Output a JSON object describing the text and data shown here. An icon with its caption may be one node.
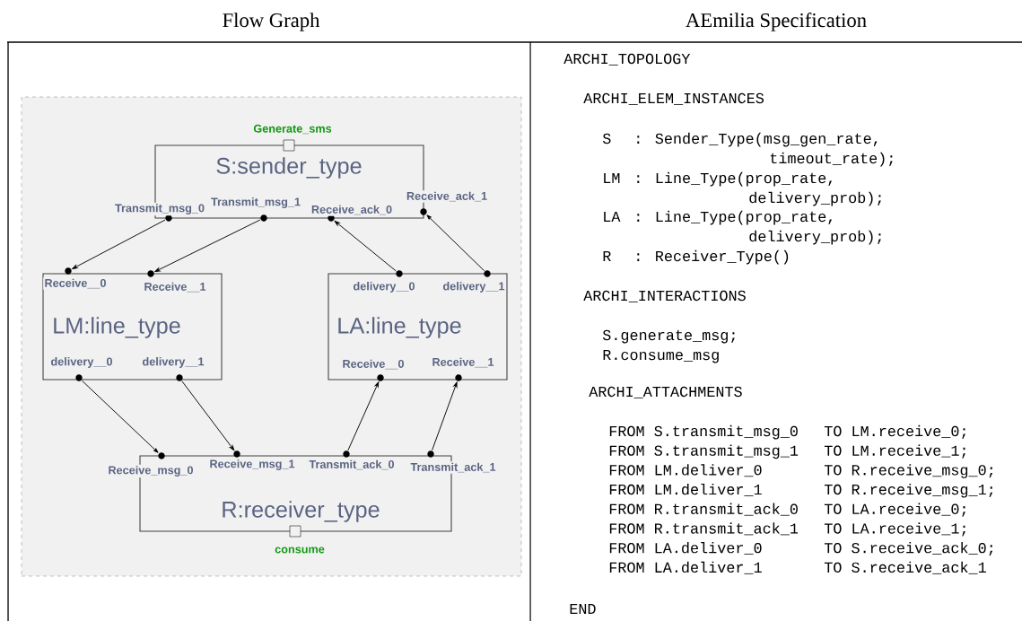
{
  "diagram": {
    "nodes": [
      {
        "text": [],
        "shape": "box"
      },
      {
        "text": [
          "S:sender_type"
        ],
        "in": 0
      },
      {
        "text": [],
        "shape": "circle",
        "beside": [
          "Transmit_msg_0"
        ],
        "in": 1
      },
      {
        "text": [],
        "shape": "circle",
        "beside": [
          "Transmit_msg_1"
        ],
        "in": 1
      },
      {
        "text": [],
        "shape": "circle",
        "beside": [
          "Receive_ack_0"
        ],
        "in": 1
      },
      {
        "text": [],
        "shape": "circle",
        "beside": [
          "Receive_ack_1"
        ],
        "in": 1
      },
      {
        "text": [],
        "shape": "box",
        "beside": [
          "Generate_sms"
        ],
        "in": 1
      },
      {
        "text": [
          "LM:line_type"
        ],
        "in": 0
      },
      {
        "text": [],
        "shape": "circle",
        "beside": [
          "Receive__0"
        ],
        "in": 7
      },
      {
        "text": [],
        "shape": "circle",
        "beside": [
          "Receive__1"
        ],
        "in": 7
      },
      {
        "text": [],
        "shape": "circle",
        "beside": [
          "delivery__0"
        ],
        "in": 7
      },
      {
        "text": [],
        "shape": "circle",
        "beside": [
          "delivery__1"
        ],
        "in": 7
      },
      {
        "text": [
          "LA:line_type"
        ],
        "in": 0
      },
      {
        "text": [],
        "shape": "circle",
        "beside": [
          "delivery__0"
        ],
        "in": 12
      },
      {
        "text": [],
        "shape": "circle",
        "beside": [
          "delivery__1"
        ],
        "in": 12
      },
      {
        "text": [],
        "shape": "circle",
        "beside": [
          "Receive__0"
        ],
        "in": 12
      },
      {
        "text": [],
        "shape": "circle",
        "beside": [
          "Receive__1"
        ],
        "in": 12
      },
      {
        "text": [
          "R:receiver_type"
        ],
        "in": 0
      },
      {
        "text": [],
        "shape": "circle",
        "beside": [
          "Receive_msg_0"
        ],
        "in": 17
      },
      {
        "text": [],
        "shape": "circle",
        "beside": [
          "Receive_msg_1"
        ],
        "in": 17
      },
      {
        "text": [],
        "shape": "circle",
        "beside": [
          "Transmit_ack_0"
        ],
        "in": 17
      },
      {
        "text": [],
        "shape": "circle",
        "beside": [
          "Transmit_ack_1"
        ],
        "in": 17
      },
      {
        "text": [],
        "shape": "box",
        "beside": [
          "consume"
        ],
        "in": 17
      }
    ],
    "edges": [
      {
        "from": 2,
        "to": 8,
        "arrow": "to"
      },
      {
        "from": 3,
        "to": 9,
        "arrow": "to"
      },
      {
        "from": 13,
        "to": 4,
        "arrow": "to"
      },
      {
        "from": 14,
        "to": 5,
        "arrow": "to"
      },
      {
        "from": 10,
        "to": 18,
        "arrow": "to"
      },
      {
        "from": 11,
        "to": 19,
        "arrow": "to"
      },
      {
        "from": 20,
        "to": 15,
        "arrow": "to"
      },
      {
        "from": 21,
        "to": 16,
        "arrow": "to"
      }
    ],
    "labels": [
      "Flow Graph",
      "AEmilia Specification",
      "ARCHI_TOPOLOGY",
      "ARCHI_ELEM_INSTANCES",
      "S",
      ": Sender_Type(msg_gen_rate,",
      "timeout_rate);",
      "LM",
      ": Line_Type(prop_rate,",
      "delivery_prob);",
      "LA",
      ": Line_Type(prop_rate,",
      "delivery_prob);",
      "R",
      ": Receiver_Type()",
      "ARCHI_INTERACTIONS",
      "S.generate_msg;",
      "R.consume_msg",
      "ARCHI_ATTACHMENTS",
      "FROM S.transmit_msg_0",
      "TO LM.receive_0;",
      "FROM S.transmit_msg_1",
      "TO LM.receive_1;",
      "FROM LM.deliver_0",
      "TO R.receive_msg_0;",
      "FROM LM.deliver_1",
      "TO R.receive_msg_1;",
      "FROM R.transmit_ack_0",
      "TO LA.receive_0;",
      "FROM R.transmit_ack_1",
      "TO LA.receive_1;",
      "FROM LA.deliver_0",
      "TO S.receive_ack_0;",
      "FROM LA.deliver_1",
      "TO S.receive_ack_1",
      "END"
    ]
  }
}
